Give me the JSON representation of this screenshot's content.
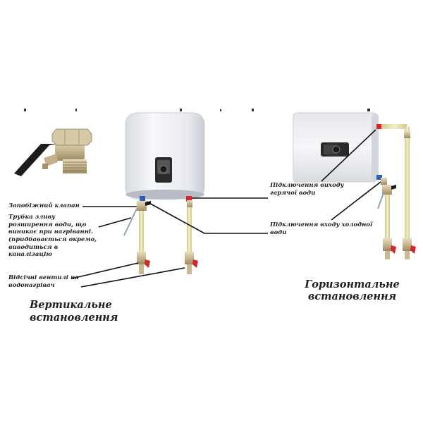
{
  "labels": {
    "safety_valve": "Запобіжний клапан",
    "drain_tube": "Трубка зливу розширення води, що виникає при нагріванні. (придбавається окремо, виводиться в каналізацію",
    "shutoff_valves": "Відсічні вентилі на водонагрівач",
    "hot_outlet": "Підключення виходу гарячої води",
    "cold_inlet": "Підключення входу холодної води"
  },
  "titles": {
    "vertical": "Вертикальне встановлення",
    "horizontal": "Горизонтальне встановлення"
  },
  "colors": {
    "hot": "#d9252a",
    "cold": "#2f5fb5",
    "pipe_flex": "#e9e4a6",
    "tank": "#eceef2",
    "valve_brass": "#c9b890",
    "lever": "#1c1c1c"
  },
  "icons": [
    "safety-valve-icon",
    "shutoff-valve-icon",
    "control-panel-icon"
  ]
}
